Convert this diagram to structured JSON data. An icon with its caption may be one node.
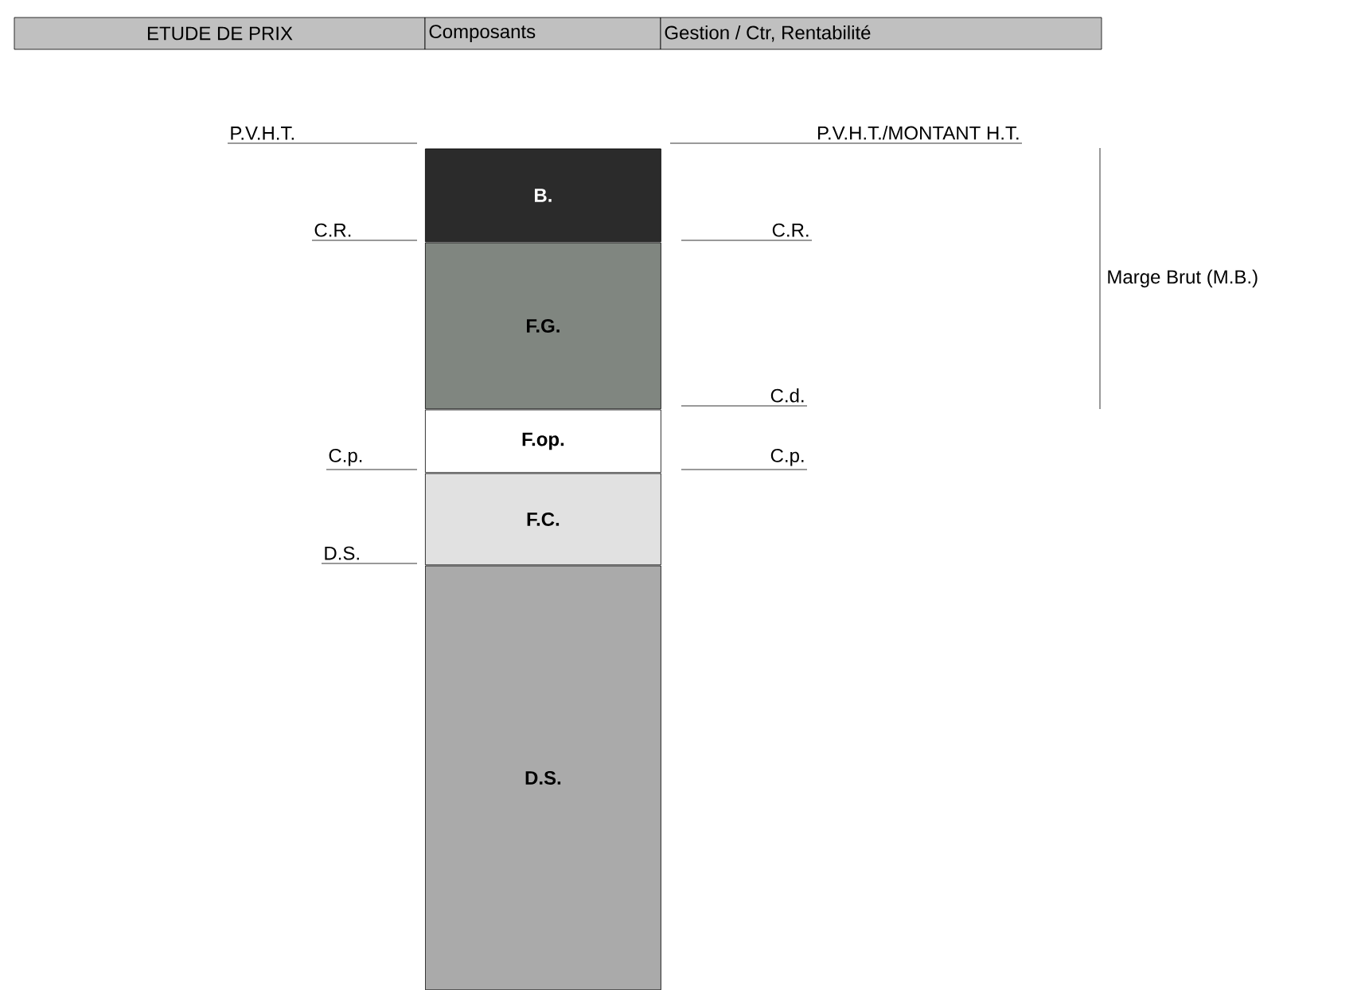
{
  "diagram": {
    "nodes": [
      {
        "text": [
          "B."
        ],
        "beside": [
          "C.R."
        ]
      },
      {
        "text": [
          "F.G."
        ]
      },
      {
        "text": [
          "F.op."
        ],
        "beside": [
          "C.p."
        ]
      },
      {
        "text": [
          "F.C."
        ],
        "beside": [
          "D.S."
        ]
      },
      {
        "text": [
          "D.S."
        ]
      }
    ],
    "labels": [
      "ETUDE DE PRIX",
      "Composants",
      "Gestion / Ctr, Rentabilité",
      "P.V.H.T.",
      "P.V.H.T./MONTANT H.T.",
      "C.R.",
      "Marge Brut (M.B.)",
      "C.d.",
      "C.p."
    ]
  }
}
